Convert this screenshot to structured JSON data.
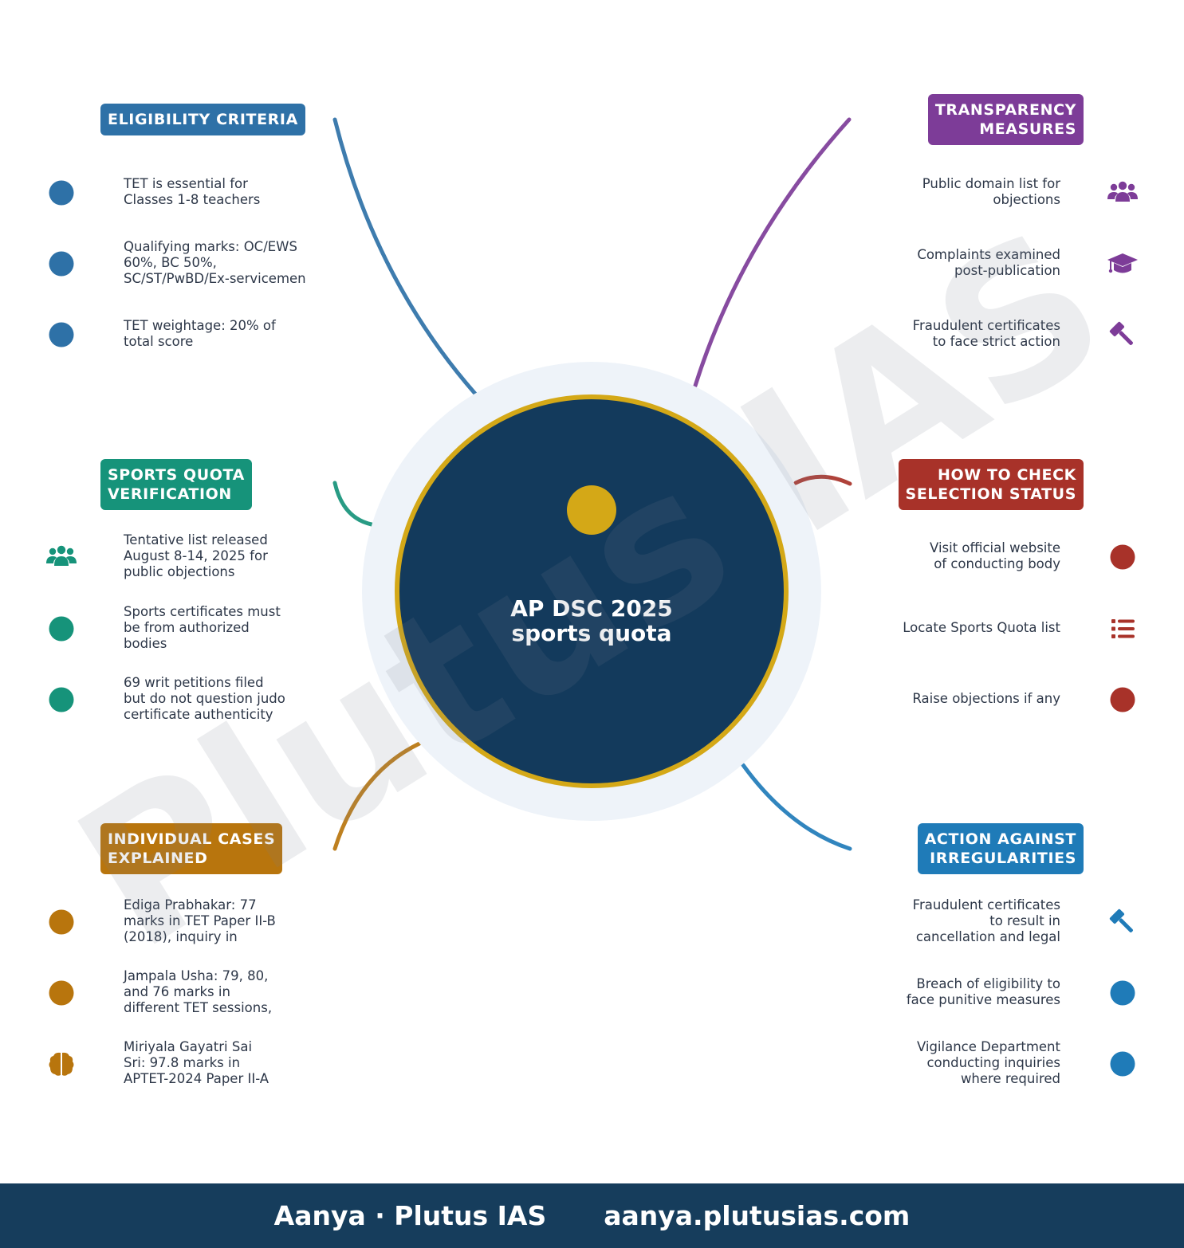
{
  "center": {
    "title_lines": [
      "AP DSC 2025",
      "sports quota"
    ],
    "colors": {
      "ring": "#eef3f9",
      "disc": "#133a5c",
      "border": "#d4a817",
      "dot": "#d4a817"
    }
  },
  "watermark": "Plutus IAS",
  "branches": [
    {
      "id": "eligibility",
      "side": "left",
      "color": "#2e71a7",
      "title_lines": [
        "ELIGIBILITY CRITERIA"
      ],
      "items": [
        {
          "icon": "dot",
          "lines": [
            "TET is essential for",
            "Classes 1-8 teachers"
          ]
        },
        {
          "icon": "dot",
          "lines": [
            "Qualifying marks: OC/EWS",
            "60%, BC 50%,",
            "SC/ST/PwBD/Ex-servicemen"
          ]
        },
        {
          "icon": "dot",
          "lines": [
            "TET weightage: 20% of",
            "total score"
          ]
        }
      ]
    },
    {
      "id": "transparency",
      "side": "right",
      "color": "#7d3c98",
      "title_lines": [
        "TRANSPARENCY",
        "MEASURES"
      ],
      "items": [
        {
          "icon": "users",
          "lines": [
            "Public domain list for",
            "objections"
          ]
        },
        {
          "icon": "graduation-cap",
          "lines": [
            "Complaints examined",
            "post-publication"
          ]
        },
        {
          "icon": "gavel",
          "lines": [
            "Fraudulent certificates",
            "to face strict action"
          ]
        }
      ]
    },
    {
      "id": "sports-quota",
      "side": "left",
      "color": "#16937a",
      "title_lines": [
        "SPORTS QUOTA",
        "VERIFICATION"
      ],
      "items": [
        {
          "icon": "users",
          "lines": [
            "Tentative list released",
            "August 8-14, 2025 for",
            "public objections"
          ]
        },
        {
          "icon": "dot",
          "lines": [
            "Sports certificates must",
            "be from authorized",
            "bodies"
          ]
        },
        {
          "icon": "dot",
          "lines": [
            "69 writ petitions filed",
            "but do not question judo",
            "certificate authenticity"
          ]
        }
      ]
    },
    {
      "id": "selection-status",
      "side": "right",
      "color": "#a83229",
      "title_lines": [
        "HOW TO CHECK",
        "SELECTION STATUS"
      ],
      "items": [
        {
          "icon": "dot",
          "lines": [
            "Visit official website",
            "of conducting body"
          ]
        },
        {
          "icon": "list",
          "lines": [
            "Locate Sports Quota list"
          ]
        },
        {
          "icon": "dot",
          "lines": [
            "Raise objections if any"
          ]
        }
      ]
    },
    {
      "id": "individual-cases",
      "side": "left",
      "color": "#b8750d",
      "title_lines": [
        "INDIVIDUAL CASES",
        "EXPLAINED"
      ],
      "items": [
        {
          "icon": "dot",
          "lines": [
            "Ediga Prabhakar: 77",
            "marks in TET Paper II-B",
            "(2018), inquiry in"
          ]
        },
        {
          "icon": "dot",
          "lines": [
            "Jampala Usha: 79, 80,",
            "and 76 marks in",
            "different TET sessions,"
          ]
        },
        {
          "icon": "brain",
          "lines": [
            "Miriyala Gayatri Sai",
            "Sri: 97.8 marks in",
            "APTET-2024 Paper II-A"
          ]
        }
      ]
    },
    {
      "id": "irregularities",
      "side": "right",
      "color": "#1f7bb8",
      "title_lines": [
        "ACTION AGAINST",
        "IRREGULARITIES"
      ],
      "items": [
        {
          "icon": "gavel",
          "lines": [
            "Fraudulent certificates",
            "to result in",
            "cancellation and legal"
          ]
        },
        {
          "icon": "dot",
          "lines": [
            "Breach of eligibility to",
            "face punitive measures"
          ]
        },
        {
          "icon": "dot",
          "lines": [
            "Vigilance Department",
            "conducting inquiries",
            "where required"
          ]
        }
      ]
    }
  ],
  "footer": {
    "brand": "Aanya · Plutus IAS",
    "url": "aanya.plutusias.com"
  }
}
